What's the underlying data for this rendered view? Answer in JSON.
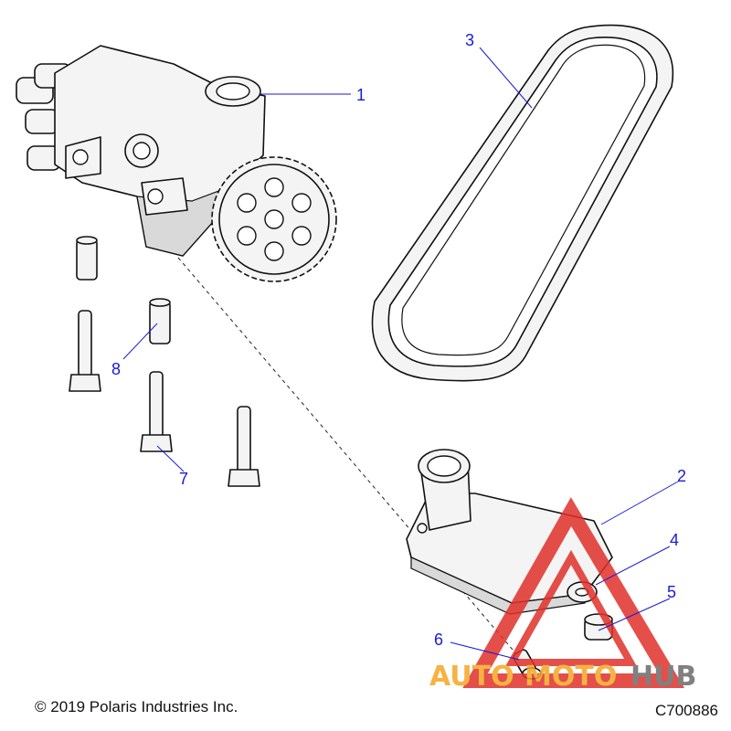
{
  "callouts": [
    {
      "id": "1",
      "label": "1"
    },
    {
      "id": "2",
      "label": "2"
    },
    {
      "id": "3",
      "label": "3"
    },
    {
      "id": "4",
      "label": "4"
    },
    {
      "id": "5",
      "label": "5"
    },
    {
      "id": "6",
      "label": "6"
    },
    {
      "id": "7",
      "label": "7"
    },
    {
      "id": "8",
      "label": "8"
    }
  ],
  "footer": {
    "copyright": "© 2019 Polaris Industries Inc.",
    "drawing_number": "C700886"
  },
  "watermark": {
    "text_auto": "AUTO",
    "text_moto": "MOTO",
    "text_hub": "HUB"
  },
  "colors": {
    "callout": "#1a1ad6",
    "watermark_red": "#e0312b",
    "watermark_orange": "#f5a623",
    "watermark_gray": "#6b6b6b"
  }
}
